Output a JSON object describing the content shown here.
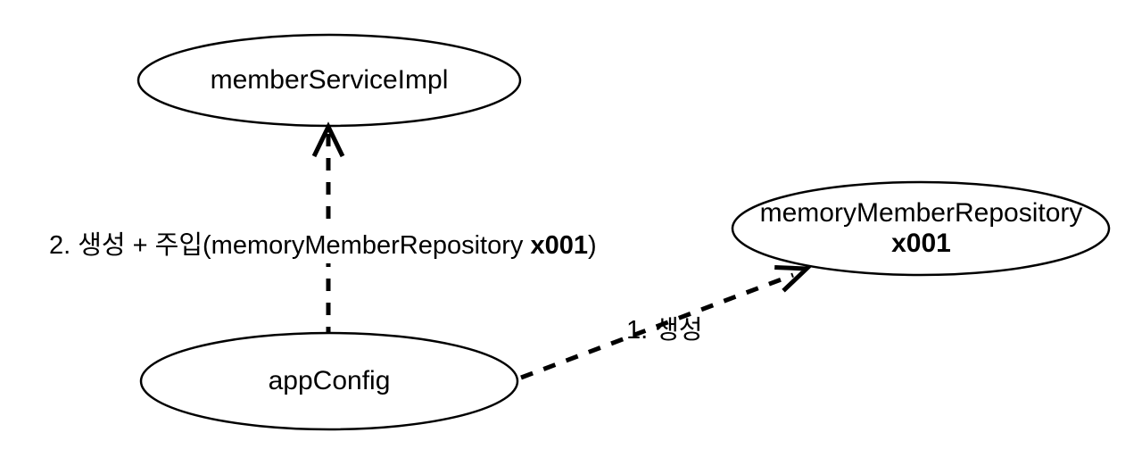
{
  "colors": {
    "background": "#ffffff",
    "stroke": "#000000",
    "text": "#000000"
  },
  "nodes": {
    "member_service": {
      "label": "memberServiceImpl"
    },
    "app_config": {
      "label": "appConfig"
    },
    "memory_repository": {
      "name": "memoryMemberRepository",
      "instance": "x001"
    }
  },
  "edges": {
    "inject": {
      "label_prefix": "2. 생성 + 주입(memoryMemberRepository ",
      "label_bold": "x001",
      "label_suffix": ")",
      "from": "appConfig",
      "to": "memberServiceImpl",
      "style": "dashed"
    },
    "create": {
      "label": "1. 생성",
      "from": "appConfig",
      "to": "memoryMemberRepository",
      "style": "dashed"
    }
  }
}
